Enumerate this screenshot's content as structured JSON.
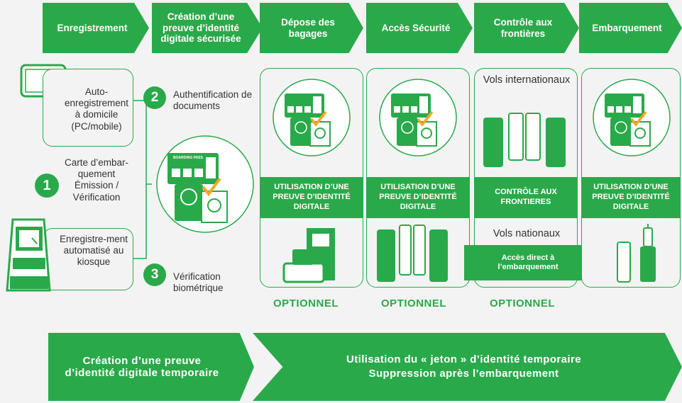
{
  "steps": [
    {
      "label": "Enregistrement"
    },
    {
      "label": "Création d’une preuve d’identité digitale sécurisée"
    },
    {
      "label": "Dépose des bagages"
    },
    {
      "label": "Accès Sécurité"
    },
    {
      "label": "Contrôle aux frontières"
    },
    {
      "label": "Embarquement"
    }
  ],
  "checkin": {
    "home": "Auto-enregistrement à domicile (PC/mobile)",
    "boarding_pass": "Carte d’embar-quement Émission / Vérification",
    "kiosk": "Enregistre-ment automatisé au kiosque",
    "step1_number": "1"
  },
  "identity": {
    "step2_number": "2",
    "step2_label": "Authentification de documents",
    "step3_number": "3",
    "step3_label": "Vérification biométrique",
    "card_text": "BOARDING PASS"
  },
  "panels": {
    "use_label": "UTILISATION D’UNE PREUVE D’IDENTITÉ DIGITALE",
    "border_label": "CONTRÔLE AUX FRONTIERES",
    "international": "Vols internationaux",
    "domestic": "Vols nationaux",
    "direct_access": "Accès direct à l’embarquement",
    "optional": "OPTIONNEL"
  },
  "bottom": {
    "creation": "Création d’une preuve d’identité digitale temporaire",
    "usage_line1": "Utilisation du « jeton » d’identité temporaire",
    "usage_line2": "Suppression après l’embarquement"
  },
  "colors": {
    "green": "#2aa94a",
    "dark_green": "#1f7a37",
    "orange": "#f5a623",
    "background": "#f3f3f3"
  }
}
